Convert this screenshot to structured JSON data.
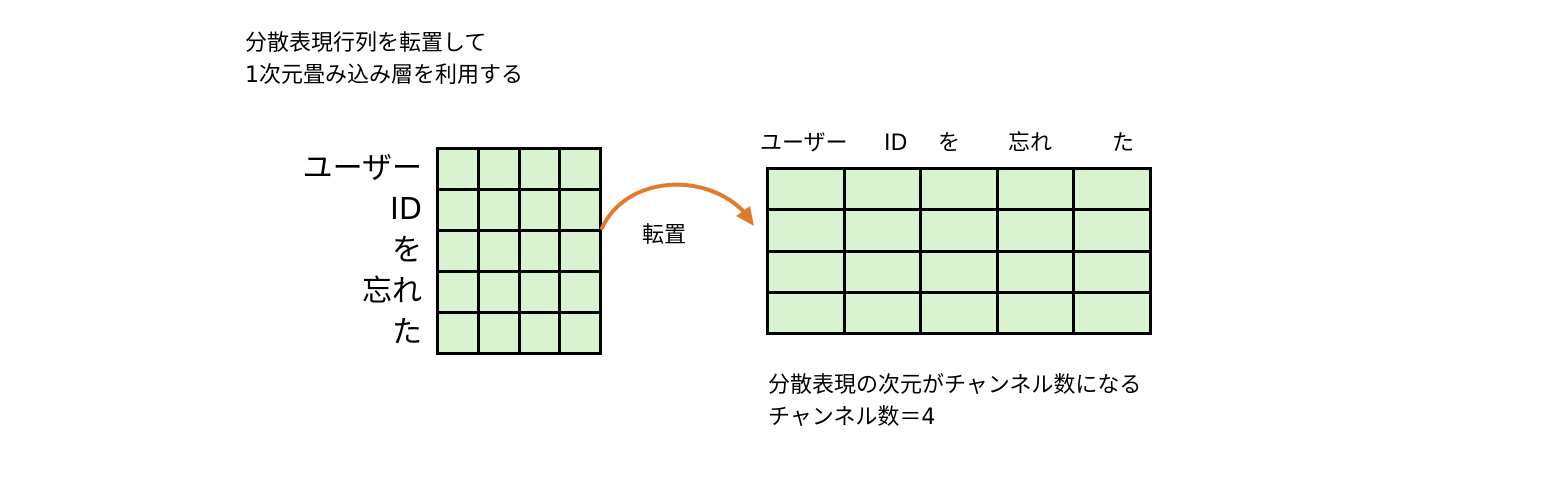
{
  "top_caption": {
    "line1": "分散表現行列を転置して",
    "line2": "1次元畳み込み層を利用する"
  },
  "row_labels": [
    "ユーザー",
    "ID",
    "を",
    "忘れ",
    "た"
  ],
  "column_labels": [
    "ユーザー",
    "ID",
    "を",
    "忘れ",
    "た"
  ],
  "arrow_label": "転置",
  "bottom_caption": {
    "line1": "分散表現の次元がチャンネル数になる",
    "line2": "チャンネル数＝4"
  },
  "original_matrix": {
    "rows": 5,
    "cols": 4
  },
  "transposed_matrix": {
    "rows": 4,
    "cols": 5
  },
  "colors": {
    "cell_fill": "#d9f2d0",
    "grid_line": "#000000",
    "arrow": "#e07a2e"
  }
}
